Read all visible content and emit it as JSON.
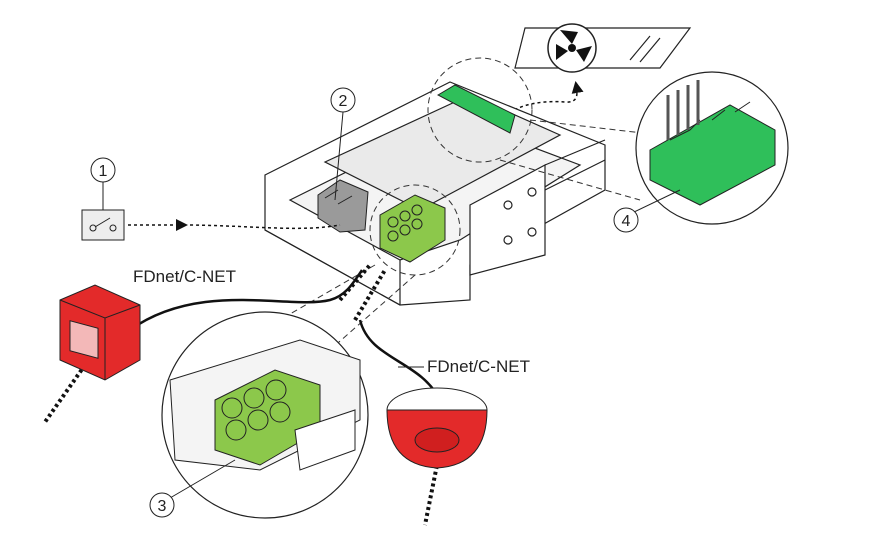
{
  "callouts": [
    {
      "number": "1"
    },
    {
      "number": "2"
    },
    {
      "number": "3"
    },
    {
      "number": "4"
    }
  ],
  "cable_labels": {
    "left": "FDnet/C-NET",
    "right": "FDnet/C-NET"
  },
  "colors": {
    "terminal_green": "#8cc84b",
    "pcb_green": "#2fbf5a",
    "device_red": "#e32a2a",
    "outline": "#222222"
  },
  "icons": [
    "switch-icon",
    "fan-icon",
    "manual-call-point",
    "sounder-beacon",
    "terminal-block",
    "housing"
  ]
}
